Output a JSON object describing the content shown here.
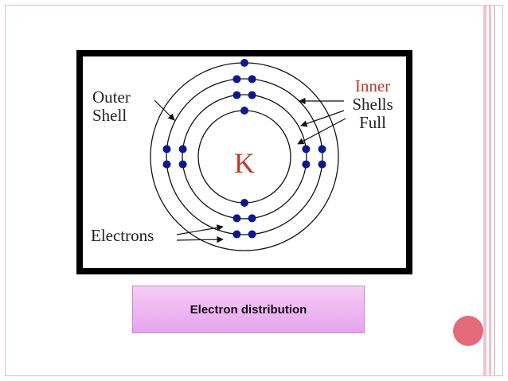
{
  "diagram": {
    "nucleus_symbol": "K",
    "labels": {
      "outer_shell": [
        "Outer",
        "Shell"
      ],
      "inner_shells": [
        "Inner",
        "Shells",
        "Full"
      ],
      "electrons": "Electrons"
    },
    "shells": [
      {
        "electrons": 2
      },
      {
        "electrons": 8
      },
      {
        "electrons": 8
      },
      {
        "electrons": 1
      }
    ],
    "colors": {
      "electron": "#0a1a8c",
      "shell": "#111111",
      "inner_label": "#c0392b",
      "outer_label": "#222222"
    }
  },
  "caption": "Electron distribution",
  "theme": {
    "accent_dot": "#e46a7a",
    "stripe": "#e8c5cf"
  }
}
